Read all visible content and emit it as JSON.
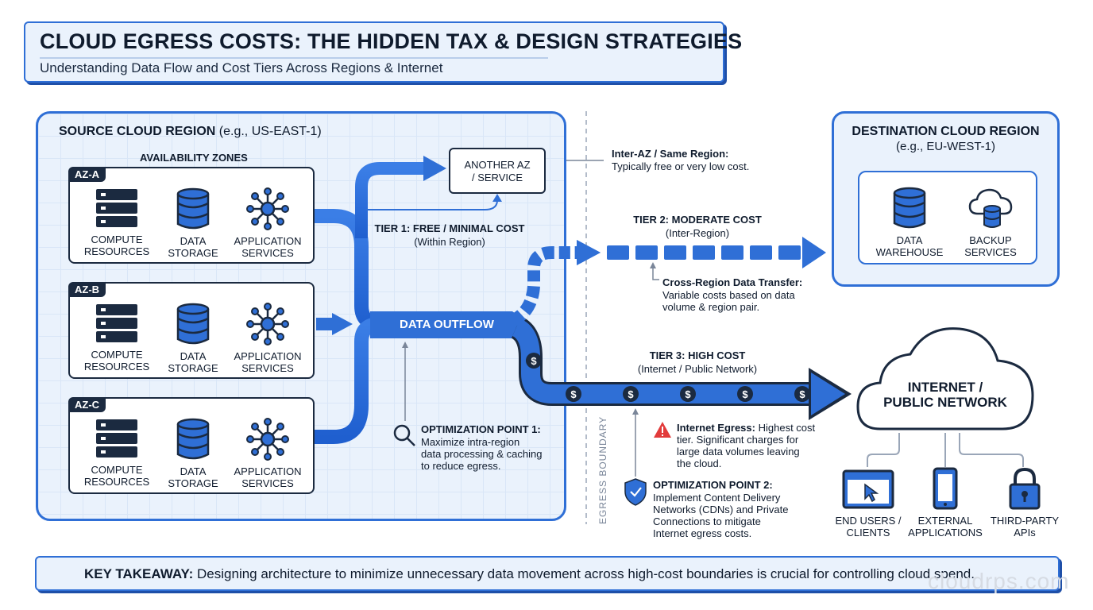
{
  "title": {
    "main": "CLOUD EGRESS COSTS: THE HIDDEN TAX & DESIGN STRATEGIES",
    "subtitle": "Understanding Data Flow and Cost Tiers Across Regions & Internet"
  },
  "source_region": {
    "title_bold": "SOURCE CLOUD REGION",
    "title_light": " (e.g., US-EAST-1)",
    "az_heading": "AVAILABILITY ZONES",
    "zones": [
      {
        "label": "AZ-A",
        "items": [
          {
            "line1": "COMPUTE",
            "line2": "RESOURCES"
          },
          {
            "line1": "DATA",
            "line2": "STORAGE"
          },
          {
            "line1": "APPLICATION",
            "line2": "SERVICES"
          }
        ]
      },
      {
        "label": "AZ-B",
        "items": [
          {
            "line1": "COMPUTE",
            "line2": "RESOURCES"
          },
          {
            "line1": "DATA",
            "line2": "STORAGE"
          },
          {
            "line1": "APPLICATION",
            "line2": "SERVICES"
          }
        ]
      },
      {
        "label": "AZ-C",
        "items": [
          {
            "line1": "COMPUTE",
            "line2": "RESOURCES"
          },
          {
            "line1": "DATA",
            "line2": "STORAGE"
          },
          {
            "line1": "APPLICATION",
            "line2": "SERVICES"
          }
        ]
      }
    ]
  },
  "another_az": {
    "line1": "ANOTHER AZ",
    "line2": "/ SERVICE"
  },
  "inter_az_note": {
    "title": "Inter-AZ / Same Region:",
    "body": "Typically free or very low cost."
  },
  "tier1": {
    "title": "TIER 1: FREE / MINIMAL COST",
    "sub": "(Within Region)"
  },
  "data_outflow": "DATA OUTFLOW",
  "tier2": {
    "title": "TIER 2: MODERATE COST",
    "sub": "(Inter-Region)"
  },
  "cross_region_note": {
    "title": "Cross-Region Data Transfer:",
    "line1": "Variable costs based on data",
    "line2": "volume & region pair."
  },
  "tier3": {
    "title": "TIER 3: HIGH COST",
    "sub": "(Internet / Public Network)"
  },
  "dollar_symbol": "$",
  "internet_egress_note": {
    "title": "Internet Egress:",
    "line0": " Highest cost",
    "line1": "tier. Significant charges for",
    "line2": "large data volumes leaving",
    "line3": "the cloud."
  },
  "opt1": {
    "title": "OPTIMIZATION POINT 1:",
    "line1": "Maximize intra-region",
    "line2": "data processing & caching",
    "line3": "to reduce egress."
  },
  "opt2": {
    "title": "OPTIMIZATION POINT 2:",
    "line1": "Implement Content Delivery",
    "line2": "Networks (CDNs) and Private",
    "line3": "Connections to mitigate",
    "line4": "Internet egress costs."
  },
  "egress_boundary": "EGRESS BOUNDARY",
  "destination_region": {
    "title": "DESTINATION CLOUD REGION",
    "sub": "(e.g., EU-WEST-1)",
    "items": [
      {
        "line1": "DATA",
        "line2": "WAREHOUSE"
      },
      {
        "line1": "BACKUP",
        "line2": "SERVICES"
      }
    ]
  },
  "internet": {
    "line1": "INTERNET /",
    "line2": "PUBLIC NETWORK",
    "consumers": [
      {
        "line1": "END USERS /",
        "line2": "CLIENTS"
      },
      {
        "line1": "EXTERNAL",
        "line2": "APPLICATIONS"
      },
      {
        "line1": "THIRD-PARTY",
        "line2": "APIs"
      }
    ]
  },
  "takeaway": {
    "bold": "KEY TAKEAWAY:",
    "text": " Designing architecture to minimize unnecessary data movement across high-cost boundaries is crucial for controlling cloud spend."
  },
  "watermark": "cloudrps.com",
  "colors": {
    "accent": "#2f6fd6",
    "dark_accent": "#1e4fa8",
    "panel": "#eaf2fc",
    "ink": "#1b2a40",
    "warning": "#e23b3b"
  }
}
